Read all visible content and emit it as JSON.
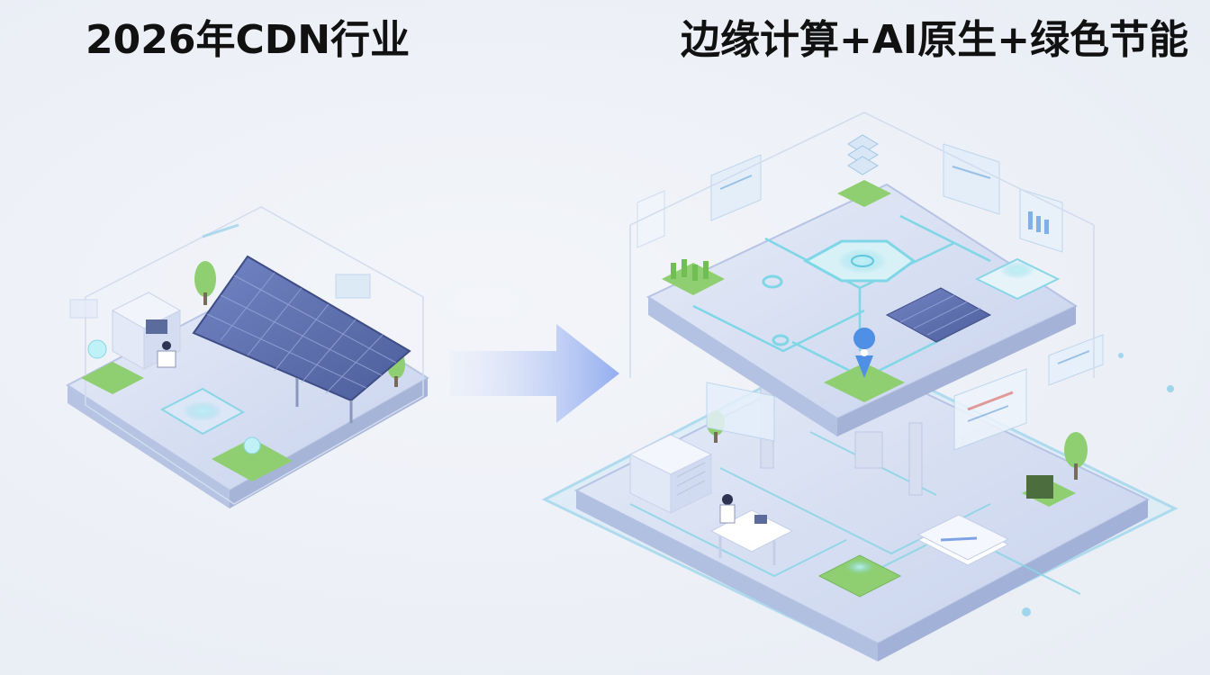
{
  "headings": {
    "left": "2026年CDN行业",
    "right": "边缘计算+AI原生+绿色节能"
  },
  "illustration": {
    "left_scene": "isometric-solar-data-site",
    "arrow": "right-arrow",
    "right_scene": "isometric-layered-edge-ai-platform"
  },
  "colors": {
    "platform": "#cfd9ee",
    "platform_edge": "#a9b8dc",
    "green": "#8fcf72",
    "solar": "#5a6fae",
    "glow": "#7fd6e6",
    "arrow": "#9db4f0"
  }
}
